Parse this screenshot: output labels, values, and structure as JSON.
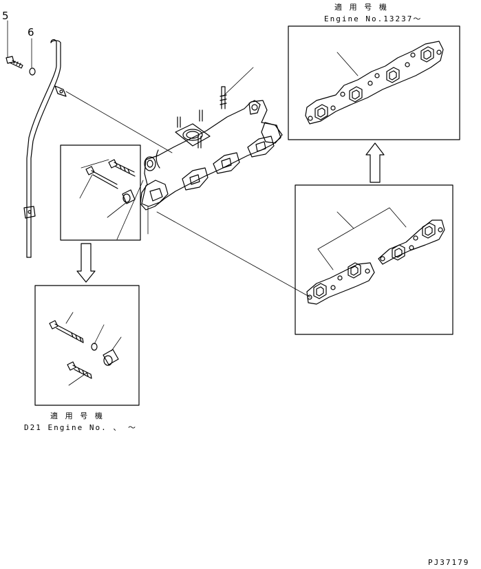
{
  "callouts": {
    "part_5": "5",
    "part_6": "6"
  },
  "top_right_box": {
    "applicable_label": "適 用 号 機",
    "serial": "Engine No.13237～"
  },
  "bottom_left_box": {
    "applicable_label": "適 用 号 機",
    "serial": "D21 Engine No.  、 ～"
  },
  "drawing_code": "PJ37179"
}
